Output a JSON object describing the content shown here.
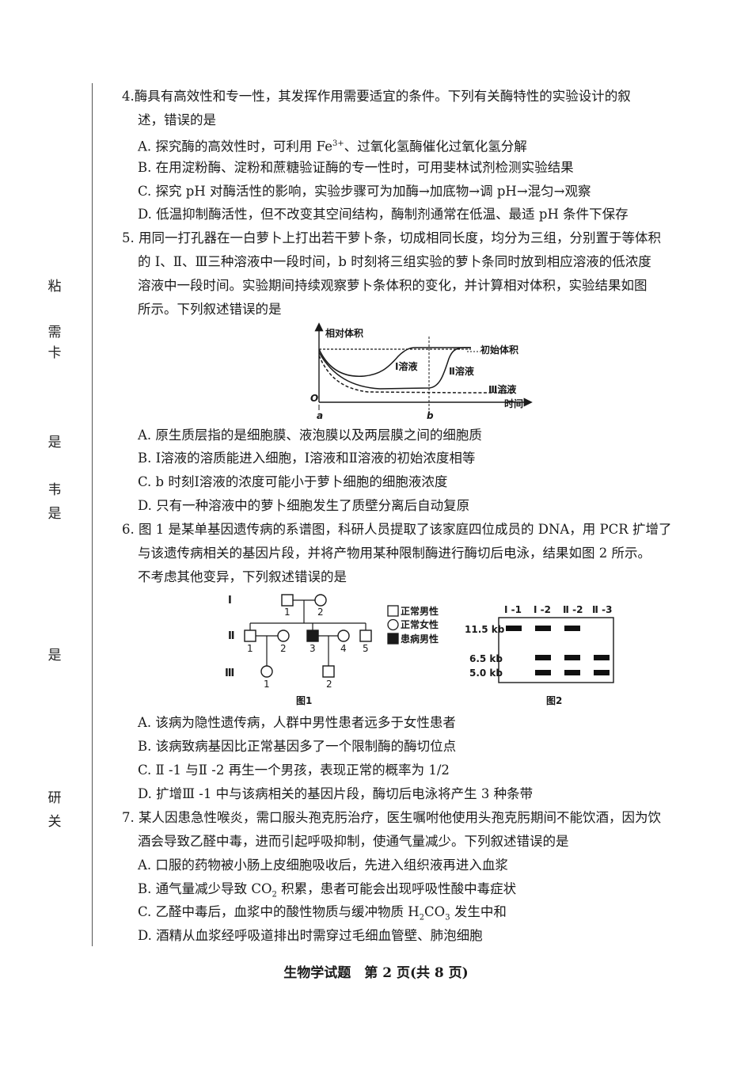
{
  "margin_chars": [
    "粘",
    "需",
    "卡",
    "是",
    "韦",
    "是",
    "是",
    "研",
    "关"
  ],
  "q4": {
    "stem1": "4.酶具有高效性和专一性，其发挥作用需要适宜的条件。下列有关酶特性的实验设计的叙",
    "stem2": "述，错误的是",
    "a_pre": "A. 探究酶的高效性时，可利用 Fe",
    "a_sup": "3+",
    "a_post": "、过氧化氢酶催化过氧化氢分解",
    "b": "B. 在用淀粉酶、淀粉和蔗糖验证酶的专一性时，可用斐林试剂检测实验结果",
    "c": "C. 探究 pH 对酶活性的影响，实验步骤可为加酶→加底物→调 pH→混匀→观察",
    "d": "D. 低温抑制酶活性，但不改变其空间结构，酶制剂通常在低温、最适 pH 条件下保存"
  },
  "q5": {
    "stem1": "5. 用同一打孔器在一白萝卜上打出若干萝卜条，切成相同长度，均分为三组，分别置于等体积",
    "stem2": "的 Ⅰ、Ⅱ、Ⅲ三种溶液中一段时间，b 时刻将三组实验的萝卜条同时放到相应溶液的低浓度",
    "stem3": "溶液中一段时间。实验期间持续观察萝卜条体积的变化，并计算相对体积，实验结果如图",
    "stem4": "所示。下列叙述错误的是",
    "a": "A. 原生质层指的是细胞膜、液泡膜以及两层膜之间的细胞质",
    "b": "B. Ⅰ溶液的溶质能进入细胞，Ⅰ溶液和Ⅱ溶液的初始浓度相等",
    "c": "C. b 时刻Ⅰ溶液的浓度可能小于萝卜细胞的细胞液浓度",
    "d": "D. 只有一种溶液中的萝卜细胞发生了质壁分离后自动复原",
    "graph": {
      "ylabel": "相对体积",
      "xlabel": "时间",
      "origin": "O",
      "tick_a": "a",
      "tick_b": "b",
      "initial_volume": "初始体积",
      "sol1": "Ⅰ溶液",
      "sol2": "Ⅱ溶液",
      "sol3": "Ⅲ溶液"
    }
  },
  "q6": {
    "stem1": "6. 图 1 是某单基因遗传病的系谱图，科研人员提取了该家庭四位成员的 DNA，用 PCR 扩增了",
    "stem2": "与该遗传病相关的基因片段，并将产物用某种限制酶进行酶切后电泳，结果如图 2 所示。",
    "stem3": "不考虑其他变异，下列叙述错误的是",
    "a": "A. 该病为隐性遗传病，人群中男性患者远多于女性患者",
    "b": "B. 该病致病基因比正常基因多了一个限制酶的酶切位点",
    "c": "C. Ⅱ -1 与Ⅱ -2 再生一个男孩，表现正常的概率为 1/2",
    "d": "D. 扩增Ⅲ -1 中与该病相关的基因片段，酶切后电泳将产生 3 种条带",
    "pedigree": {
      "gen1": "Ⅰ",
      "gen2": "Ⅱ",
      "gen3": "Ⅲ",
      "n1_1": "1",
      "n1_2": "2",
      "n2_1": "1",
      "n2_2": "2",
      "n2_3": "3",
      "n2_4": "4",
      "n2_5": "5",
      "n3_1": "1",
      "n3_2": "2",
      "legend_male": "正常男性",
      "legend_female": "正常女性",
      "legend_affected": "患病男性",
      "caption": "图1"
    },
    "gel": {
      "lanes": [
        "Ⅰ -1",
        "Ⅰ -2",
        "Ⅱ -2",
        "Ⅱ -3"
      ],
      "sizes": [
        "11.5 kb",
        "6.5 kb",
        "5.0 kb"
      ],
      "caption": "图2"
    }
  },
  "q7": {
    "stem1": "7. 某人因患急性喉炎，需口服头孢克肟治疗，医生嘱咐他使用头孢克肟期间不能饮酒，因为饮",
    "stem2": "酒会导致乙醛中毒，进而引起呼吸抑制，使通气量减少。下列叙述错误的是",
    "a": "A. 口服的药物被小肠上皮细胞吸收后，先进入组织液再进入血浆",
    "b_pre": "B. 通气量减少导致 CO",
    "b_sub": "2",
    "b_post": " 积累，患者可能会出现呼吸性酸中毒症状",
    "c_pre": "C. 乙醛中毒后，血浆中的酸性物质与缓冲物质 H",
    "c_sub1": "2",
    "c_mid": "CO",
    "c_sub2": "3",
    "c_post": " 发生中和",
    "d": "D. 酒精从血浆经呼吸道排出时需穿过毛细血管壁、肺泡细胞"
  },
  "footer": "生物学试题　第 2 页(共 8 页)"
}
